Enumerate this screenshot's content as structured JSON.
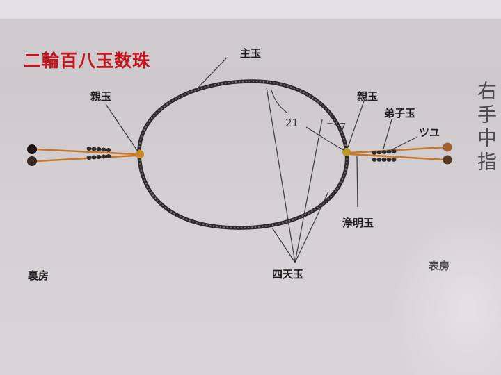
{
  "title": "二輪百八玉数珠",
  "labels": {
    "shudama": "主玉",
    "oyadama_left": "親玉",
    "oyadama_right": "親玉",
    "deshidama": "弟子玉",
    "tsuyu": "ツユ",
    "jomyodama": "浄明玉",
    "shitendama": "四天玉",
    "urabusa": "裏房",
    "omotebusa": "表房"
  },
  "handwritten": {
    "vertical_note": "右手中指",
    "number_21": "21",
    "number_7": "7"
  },
  "colors": {
    "title": "#c4141e",
    "label": "#1c1c1c",
    "bead_string": "#4a4446",
    "tassel_cord": "#c8782a",
    "oyadama": "#c88a2a",
    "tassel_ball": "#3a2a22",
    "leader_line": "#3a3a3a",
    "background": "#cfcbcf"
  }
}
